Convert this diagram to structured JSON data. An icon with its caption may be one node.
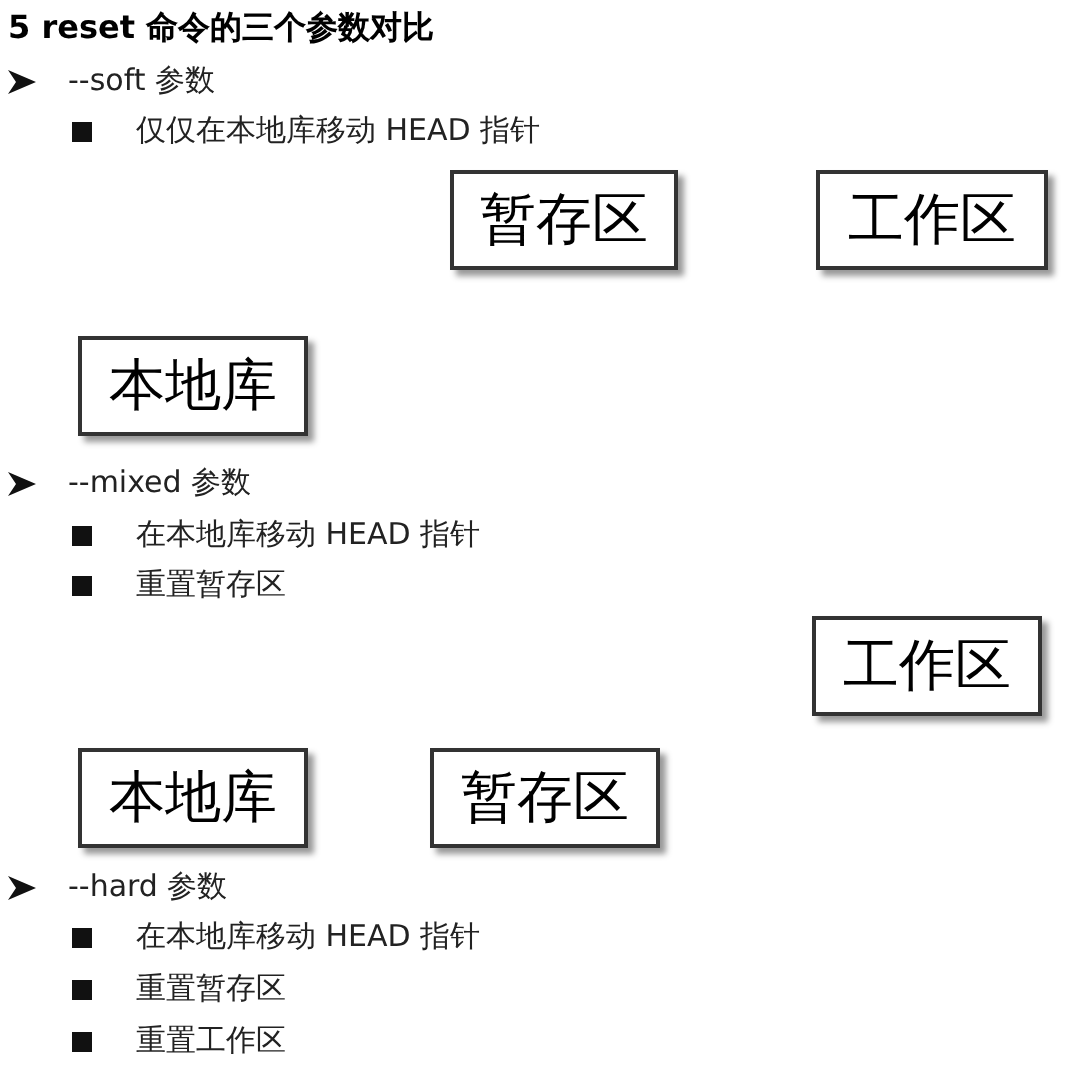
{
  "diagram": {
    "title": "5 reset 命令的三个参数对比",
    "nodes": [
      {
        "text": [
          "暂存区"
        ]
      },
      {
        "text": [
          "工作区"
        ]
      },
      {
        "text": [
          "本地库"
        ]
      },
      {
        "text": [
          "工作区"
        ]
      },
      {
        "text": [
          "本地库"
        ]
      },
      {
        "text": [
          "暂存区"
        ]
      }
    ],
    "labels": [
      "--soft 参数",
      "仅仅在本地库移动 HEAD 指针",
      "--mixed 参数",
      "在本地库移动 HEAD 指针",
      "重置暂存区",
      "--hard 参数",
      "在本地库移动 HEAD 指针",
      "重置暂存区",
      "重置工作区"
    ]
  }
}
